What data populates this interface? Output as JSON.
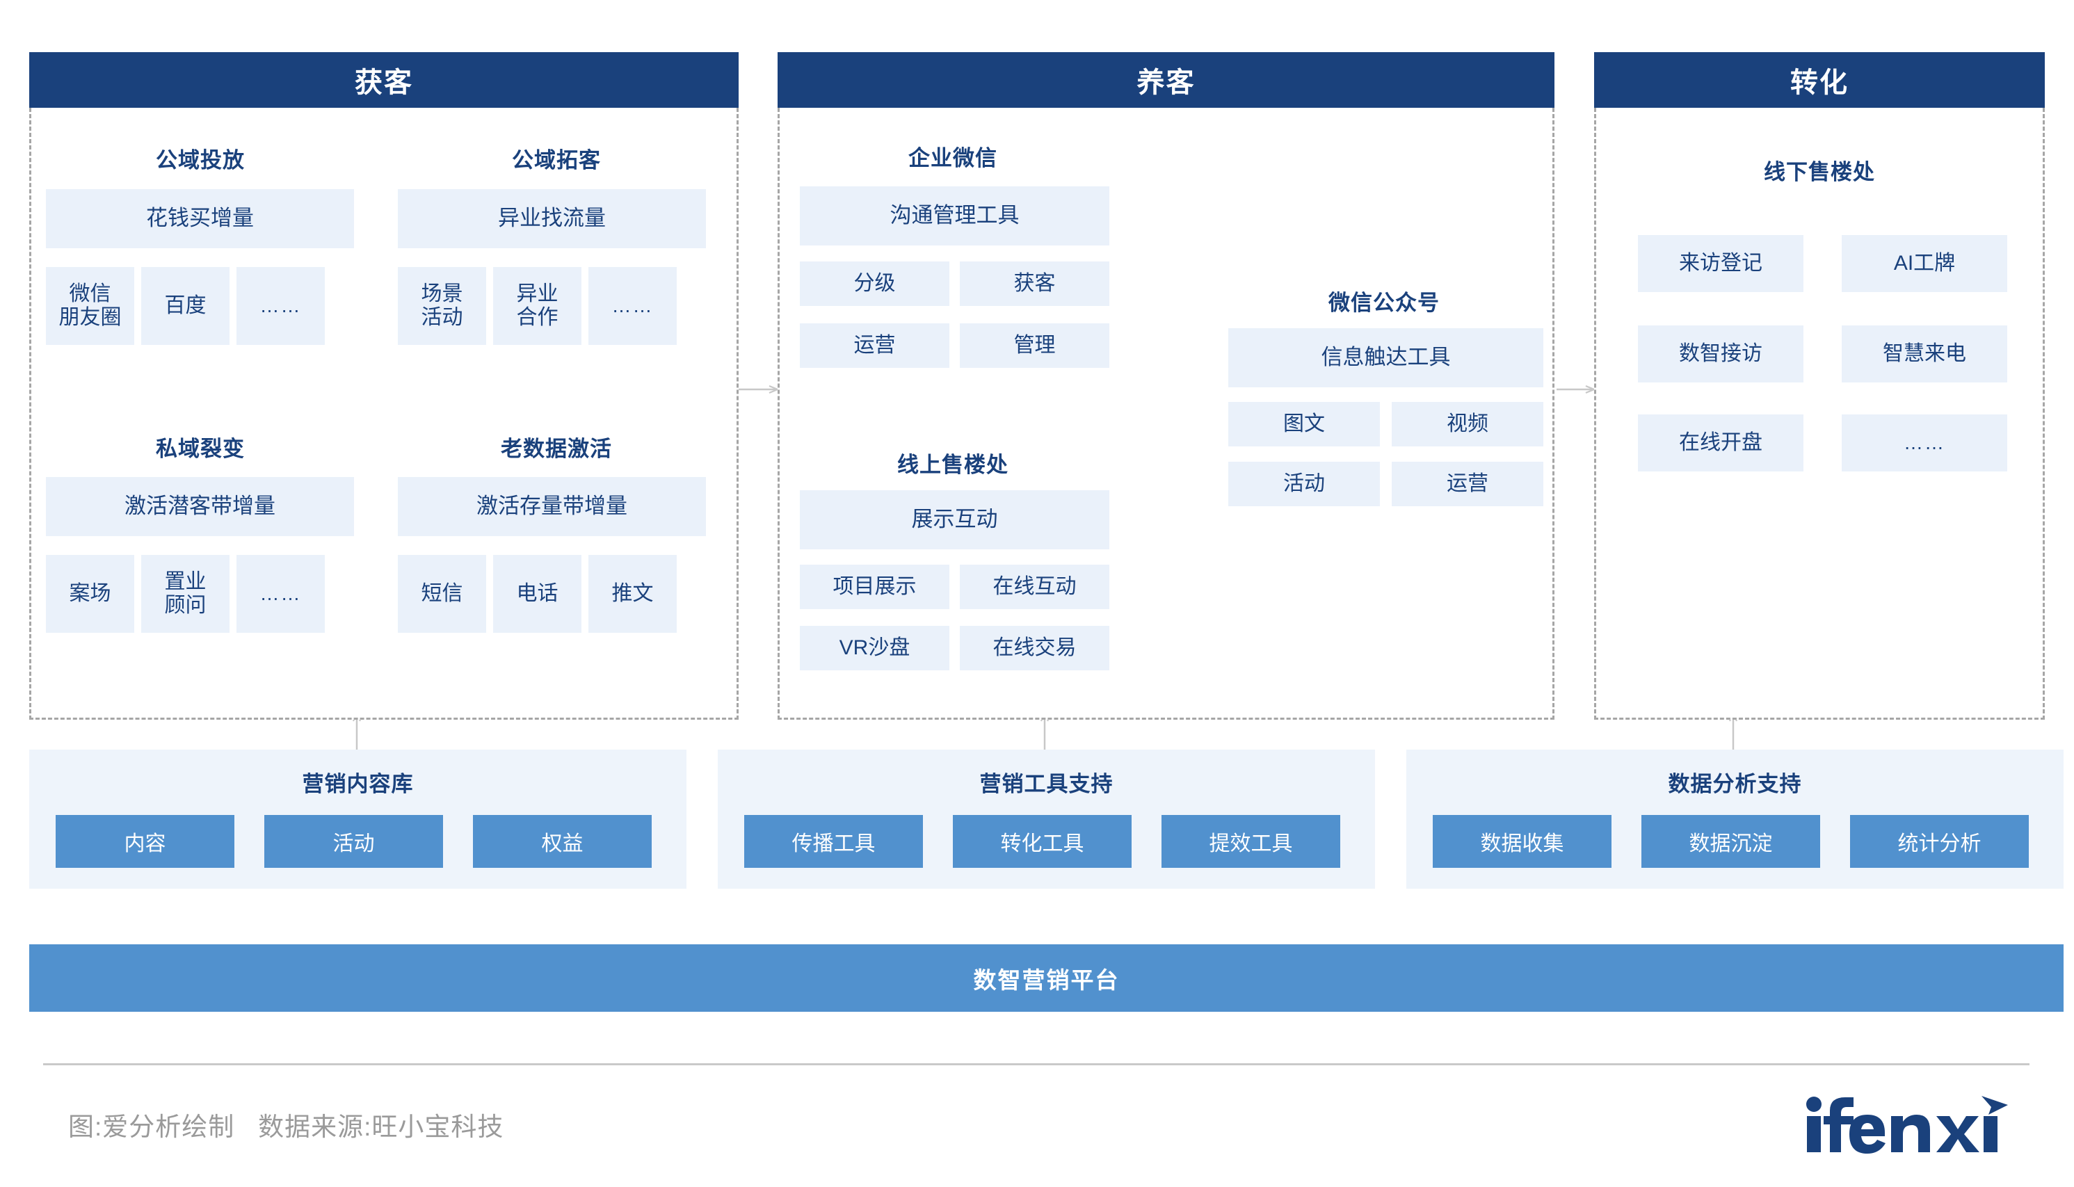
{
  "colors": {
    "dark_blue": "#1a417c",
    "medium_blue": "#5191ce",
    "light_tile": "#eaf1fa",
    "support_bg": "#eef4fb",
    "dashed_border": "#a6a6a6",
    "footer_text": "#9a9a9a"
  },
  "phases": [
    {
      "id": "acquire",
      "title": "获客",
      "groups": [
        {
          "name": "公域投放",
          "headline": "花钱买增量",
          "items": [
            "微信\n朋友圈",
            "百度",
            "……"
          ]
        },
        {
          "name": "公域拓客",
          "headline": "异业找流量",
          "items": [
            "场景\n活动",
            "异业\n合作",
            "……"
          ]
        },
        {
          "name": "私域裂变",
          "headline": "激活潜客带增量",
          "items": [
            "案场",
            "置业\n顾问",
            "……"
          ]
        },
        {
          "name": "老数据激活",
          "headline": "激活存量带增量",
          "items": [
            "短信",
            "电话",
            "推文"
          ]
        }
      ]
    },
    {
      "id": "nurture",
      "title": "养客",
      "groups": [
        {
          "name": "企业微信",
          "headline": "沟通管理工具",
          "items": [
            "分级",
            "获客",
            "运营",
            "管理"
          ]
        },
        {
          "name": "线上售楼处",
          "headline": "展示互动",
          "items": [
            "项目展示",
            "在线互动",
            "VR沙盘",
            "在线交易"
          ]
        },
        {
          "name": "微信公众号",
          "headline": "信息触达工具",
          "items": [
            "图文",
            "视频",
            "活动",
            "运营"
          ]
        }
      ]
    },
    {
      "id": "convert",
      "title": "转化",
      "groups": [
        {
          "name": "线下售楼处",
          "headline": "",
          "items": [
            "来访登记",
            "AI工牌",
            "数智接访",
            "智慧来电",
            "在线开盘",
            "……"
          ]
        }
      ]
    }
  ],
  "supports": [
    {
      "title": "营销内容库",
      "chips": [
        "内容",
        "活动",
        "权益"
      ]
    },
    {
      "title": "营销工具支持",
      "chips": [
        "传播工具",
        "转化工具",
        "提效工具"
      ]
    },
    {
      "title": "数据分析支持",
      "chips": [
        "数据收集",
        "数据沉淀",
        "统计分析"
      ]
    }
  ],
  "platform": {
    "label": "数智营销平台"
  },
  "footer": {
    "note": "图:爱分析绘制   数据来源:旺小宝科技",
    "logo_text": "ifenxi"
  }
}
